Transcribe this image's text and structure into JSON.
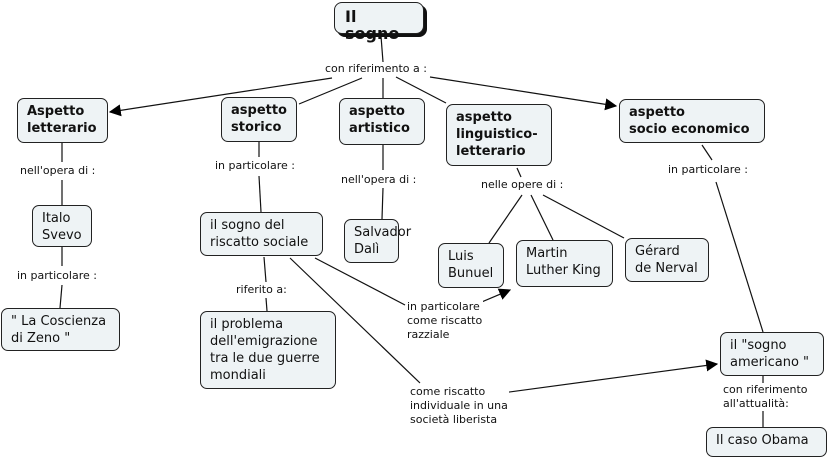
{
  "root": "Il sogno",
  "nodes": {
    "letterario": "Aspetto\nletterario",
    "storico": "aspetto\nstorico",
    "artistico": "aspetto\n artistico",
    "linguistico": "aspetto\nlinguistico-\nletterario",
    "socio": "aspetto\nsocio economico",
    "svevo": "Italo\nSvevo",
    "zeno": "\" La Coscienza\ndi Zeno \"",
    "riscatto": "il sogno del\nriscatto sociale",
    "emigrazione": "il problema\ndell'emigrazione\ntra le due guerre\nmondiali",
    "dali": "Salvador\nDalì",
    "bunuel": "Luis\nBunuel",
    "king": "Martin\nLuther King",
    "nerval": "Gérard\nde Nerval",
    "americano": "il  \"sogno\namericano \"",
    "obama": "Il caso Obama"
  },
  "links": {
    "con_rif": "con riferimento a :",
    "opera1": "nell'opera di :",
    "partic1": "in particolare :",
    "opera2": "nell'opera di :",
    "opere3": "nelle opere di :",
    "partic2": "in particolare :",
    "partic3": "in particolare :",
    "riferito": "riferito a:",
    "razziale": "in particolare\ncome riscatto\nrazziale",
    "individuale": "come riscatto\nindividuale in una\nsocietà liberista",
    "attualita": "con riferimento\nall'attualità:"
  }
}
